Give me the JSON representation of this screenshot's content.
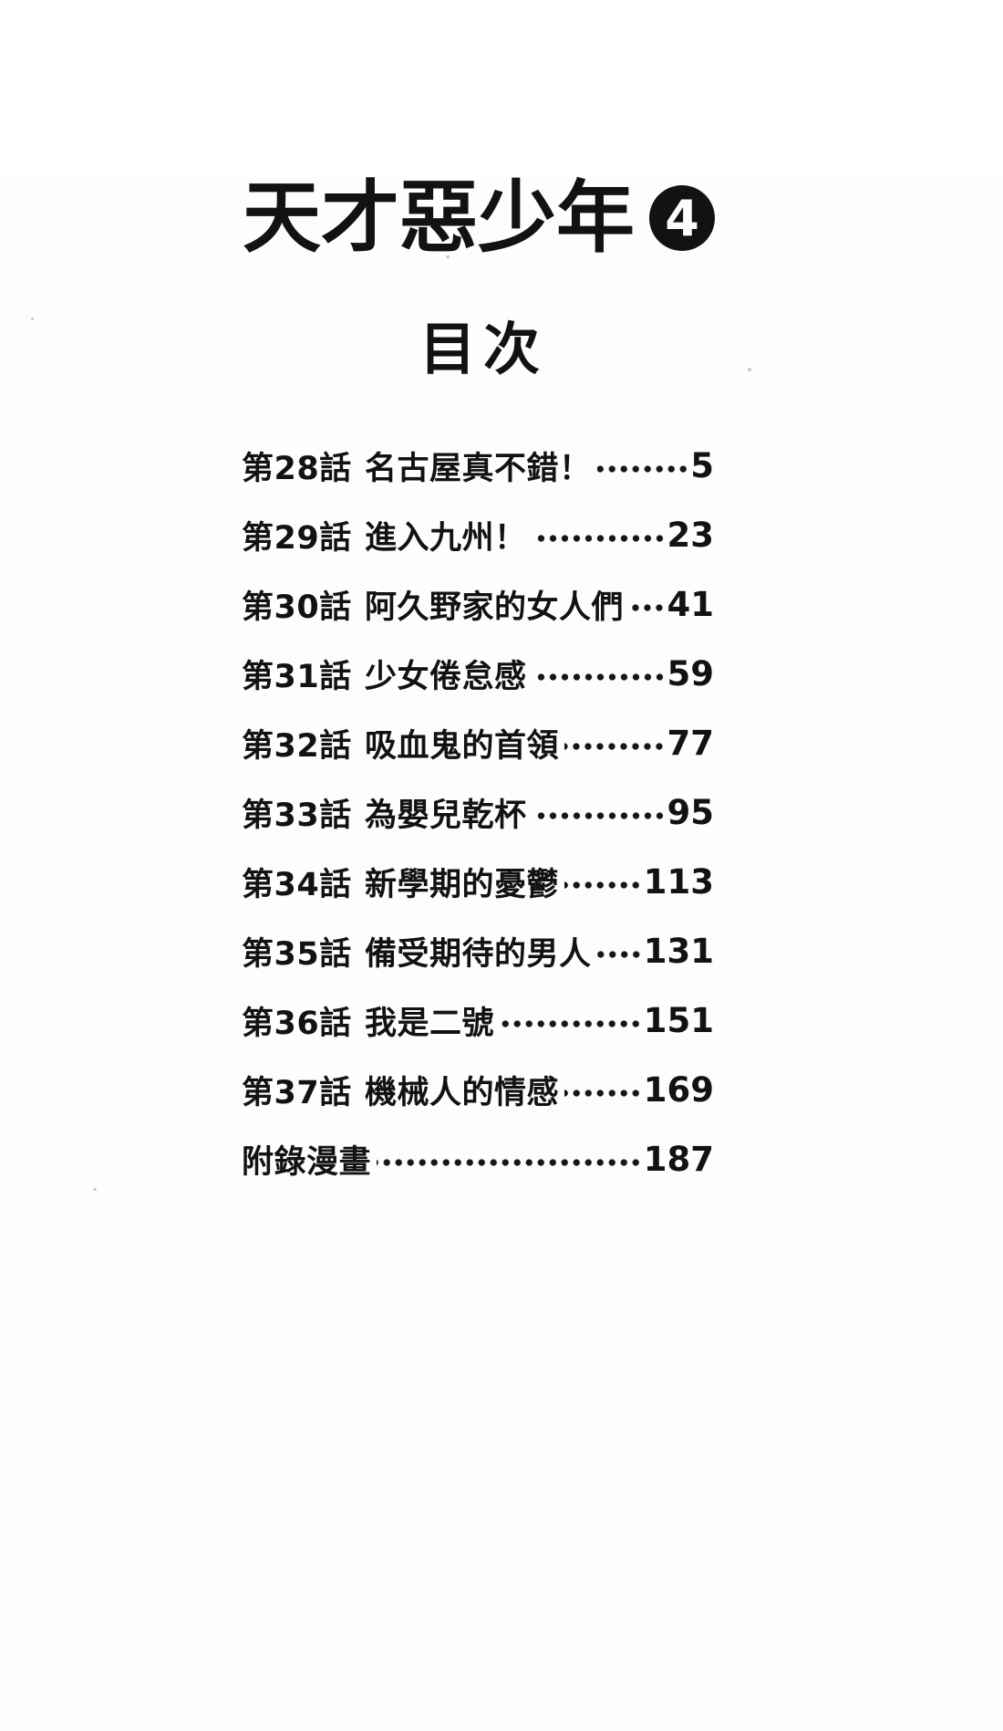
{
  "page": {
    "title": "天才惡少年",
    "volume_number": "4",
    "toc_heading": "目次"
  },
  "toc": {
    "entries": [
      {
        "chapter": "第28話",
        "title": "名古屋真不錯！",
        "page": "5"
      },
      {
        "chapter": "第29話",
        "title": "進入九州！",
        "page": "23"
      },
      {
        "chapter": "第30話",
        "title": "阿久野家的女人們",
        "page": "41"
      },
      {
        "chapter": "第31話",
        "title": "少女倦怠感",
        "page": "59"
      },
      {
        "chapter": "第32話",
        "title": "吸血鬼的首領",
        "page": "77"
      },
      {
        "chapter": "第33話",
        "title": "為嬰兒乾杯",
        "page": "95"
      },
      {
        "chapter": "第34話",
        "title": "新學期的憂鬱",
        "page": "113"
      },
      {
        "chapter": "第35話",
        "title": "備受期待的男人",
        "page": "131"
      },
      {
        "chapter": "第36話",
        "title": "我是二號",
        "page": "151"
      },
      {
        "chapter": "第37話",
        "title": "機械人的情感",
        "page": "169"
      },
      {
        "chapter": "",
        "title": "附錄漫畫",
        "page": "187"
      }
    ]
  },
  "colors": {
    "ink": "#121212",
    "paper": "#fdfdfc"
  }
}
